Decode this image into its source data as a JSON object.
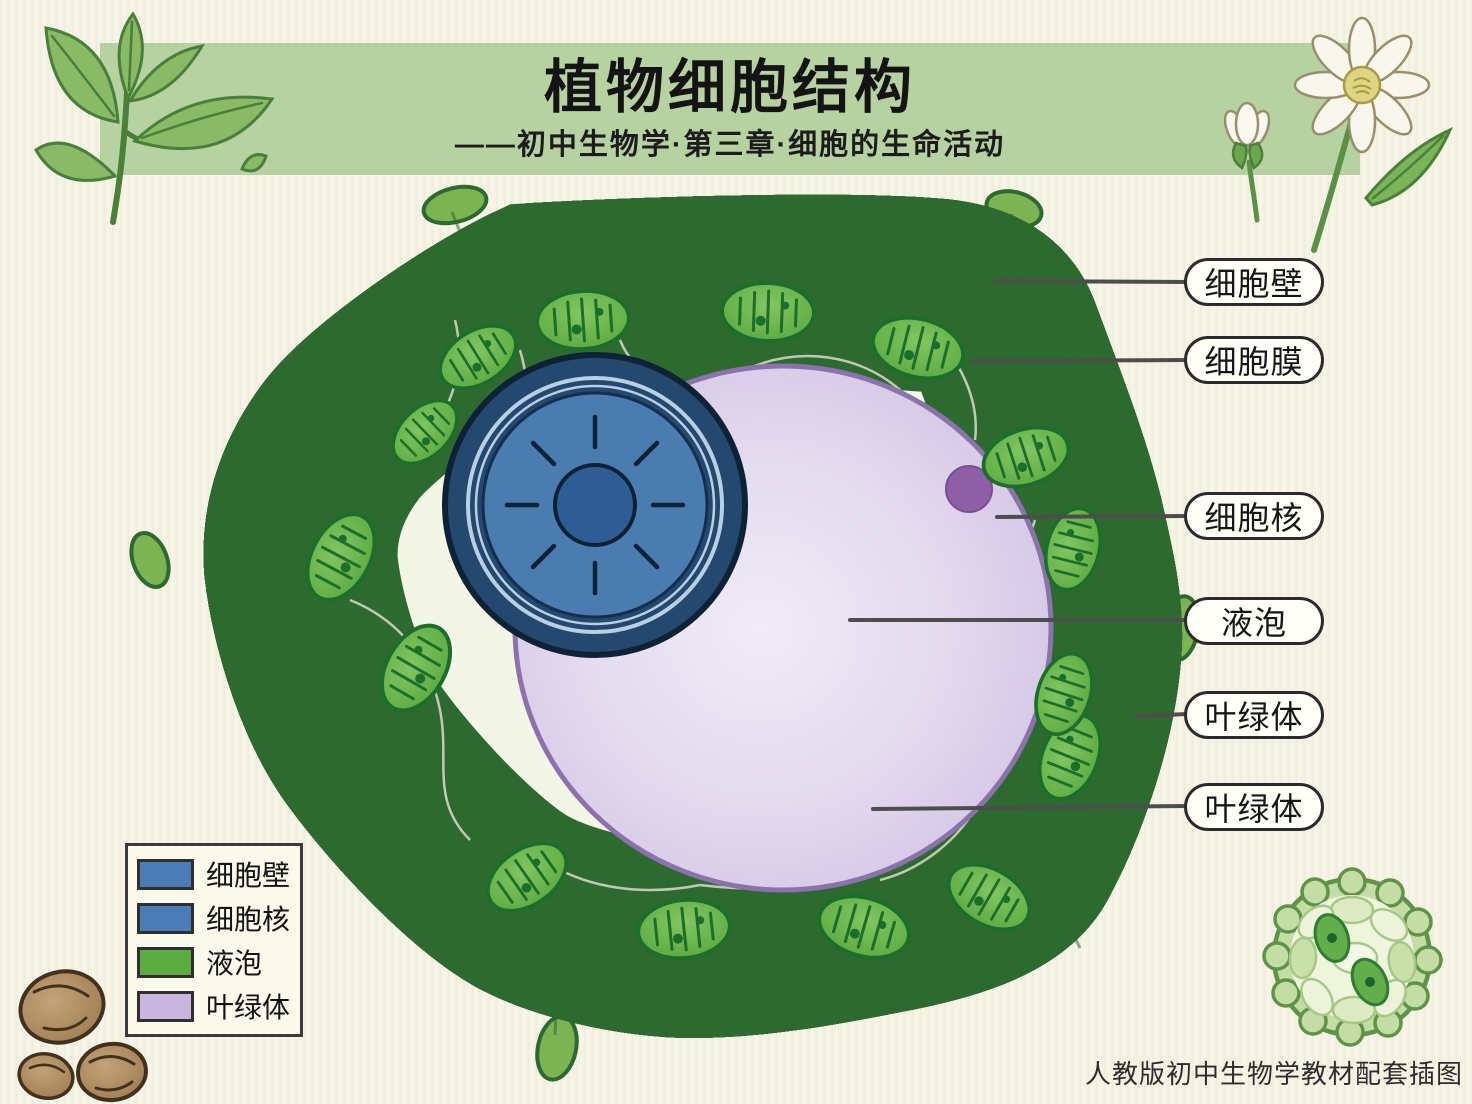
{
  "header": {
    "title": "植物细胞结构",
    "subtitle": "——初中生物学·第三章·细胞的生命活动"
  },
  "callouts": [
    {
      "text": "细胞壁"
    },
    {
      "text": "细胞膜"
    },
    {
      "text": "细胞核"
    },
    {
      "text": "液泡"
    },
    {
      "text": "叶绿体"
    },
    {
      "text": "叶绿体"
    }
  ],
  "legend": {
    "items": [
      {
        "label": "细胞壁",
        "color": "#4a7cb5"
      },
      {
        "label": "细胞核",
        "color": "#4a7cb5"
      },
      {
        "label": "液泡",
        "color": "#5bad42"
      },
      {
        "label": "叶绿体",
        "color": "#c9b6de"
      }
    ]
  },
  "footer": {
    "credit": "人教版初中生物学教材配套插图"
  },
  "colors": {
    "header_band": "#b6d2a1",
    "background": "#f5f2e3",
    "cell_wall_green": "#7cb454",
    "membrane_orange": "#e8a53c",
    "cytoplasm": "#f3f5e6",
    "chloroplast_green": "#5ca93f",
    "nucleus_blue": "#24486e",
    "vacuole_purple": "#c7b6db",
    "nucleolus_purple": "#8f5fa6"
  }
}
